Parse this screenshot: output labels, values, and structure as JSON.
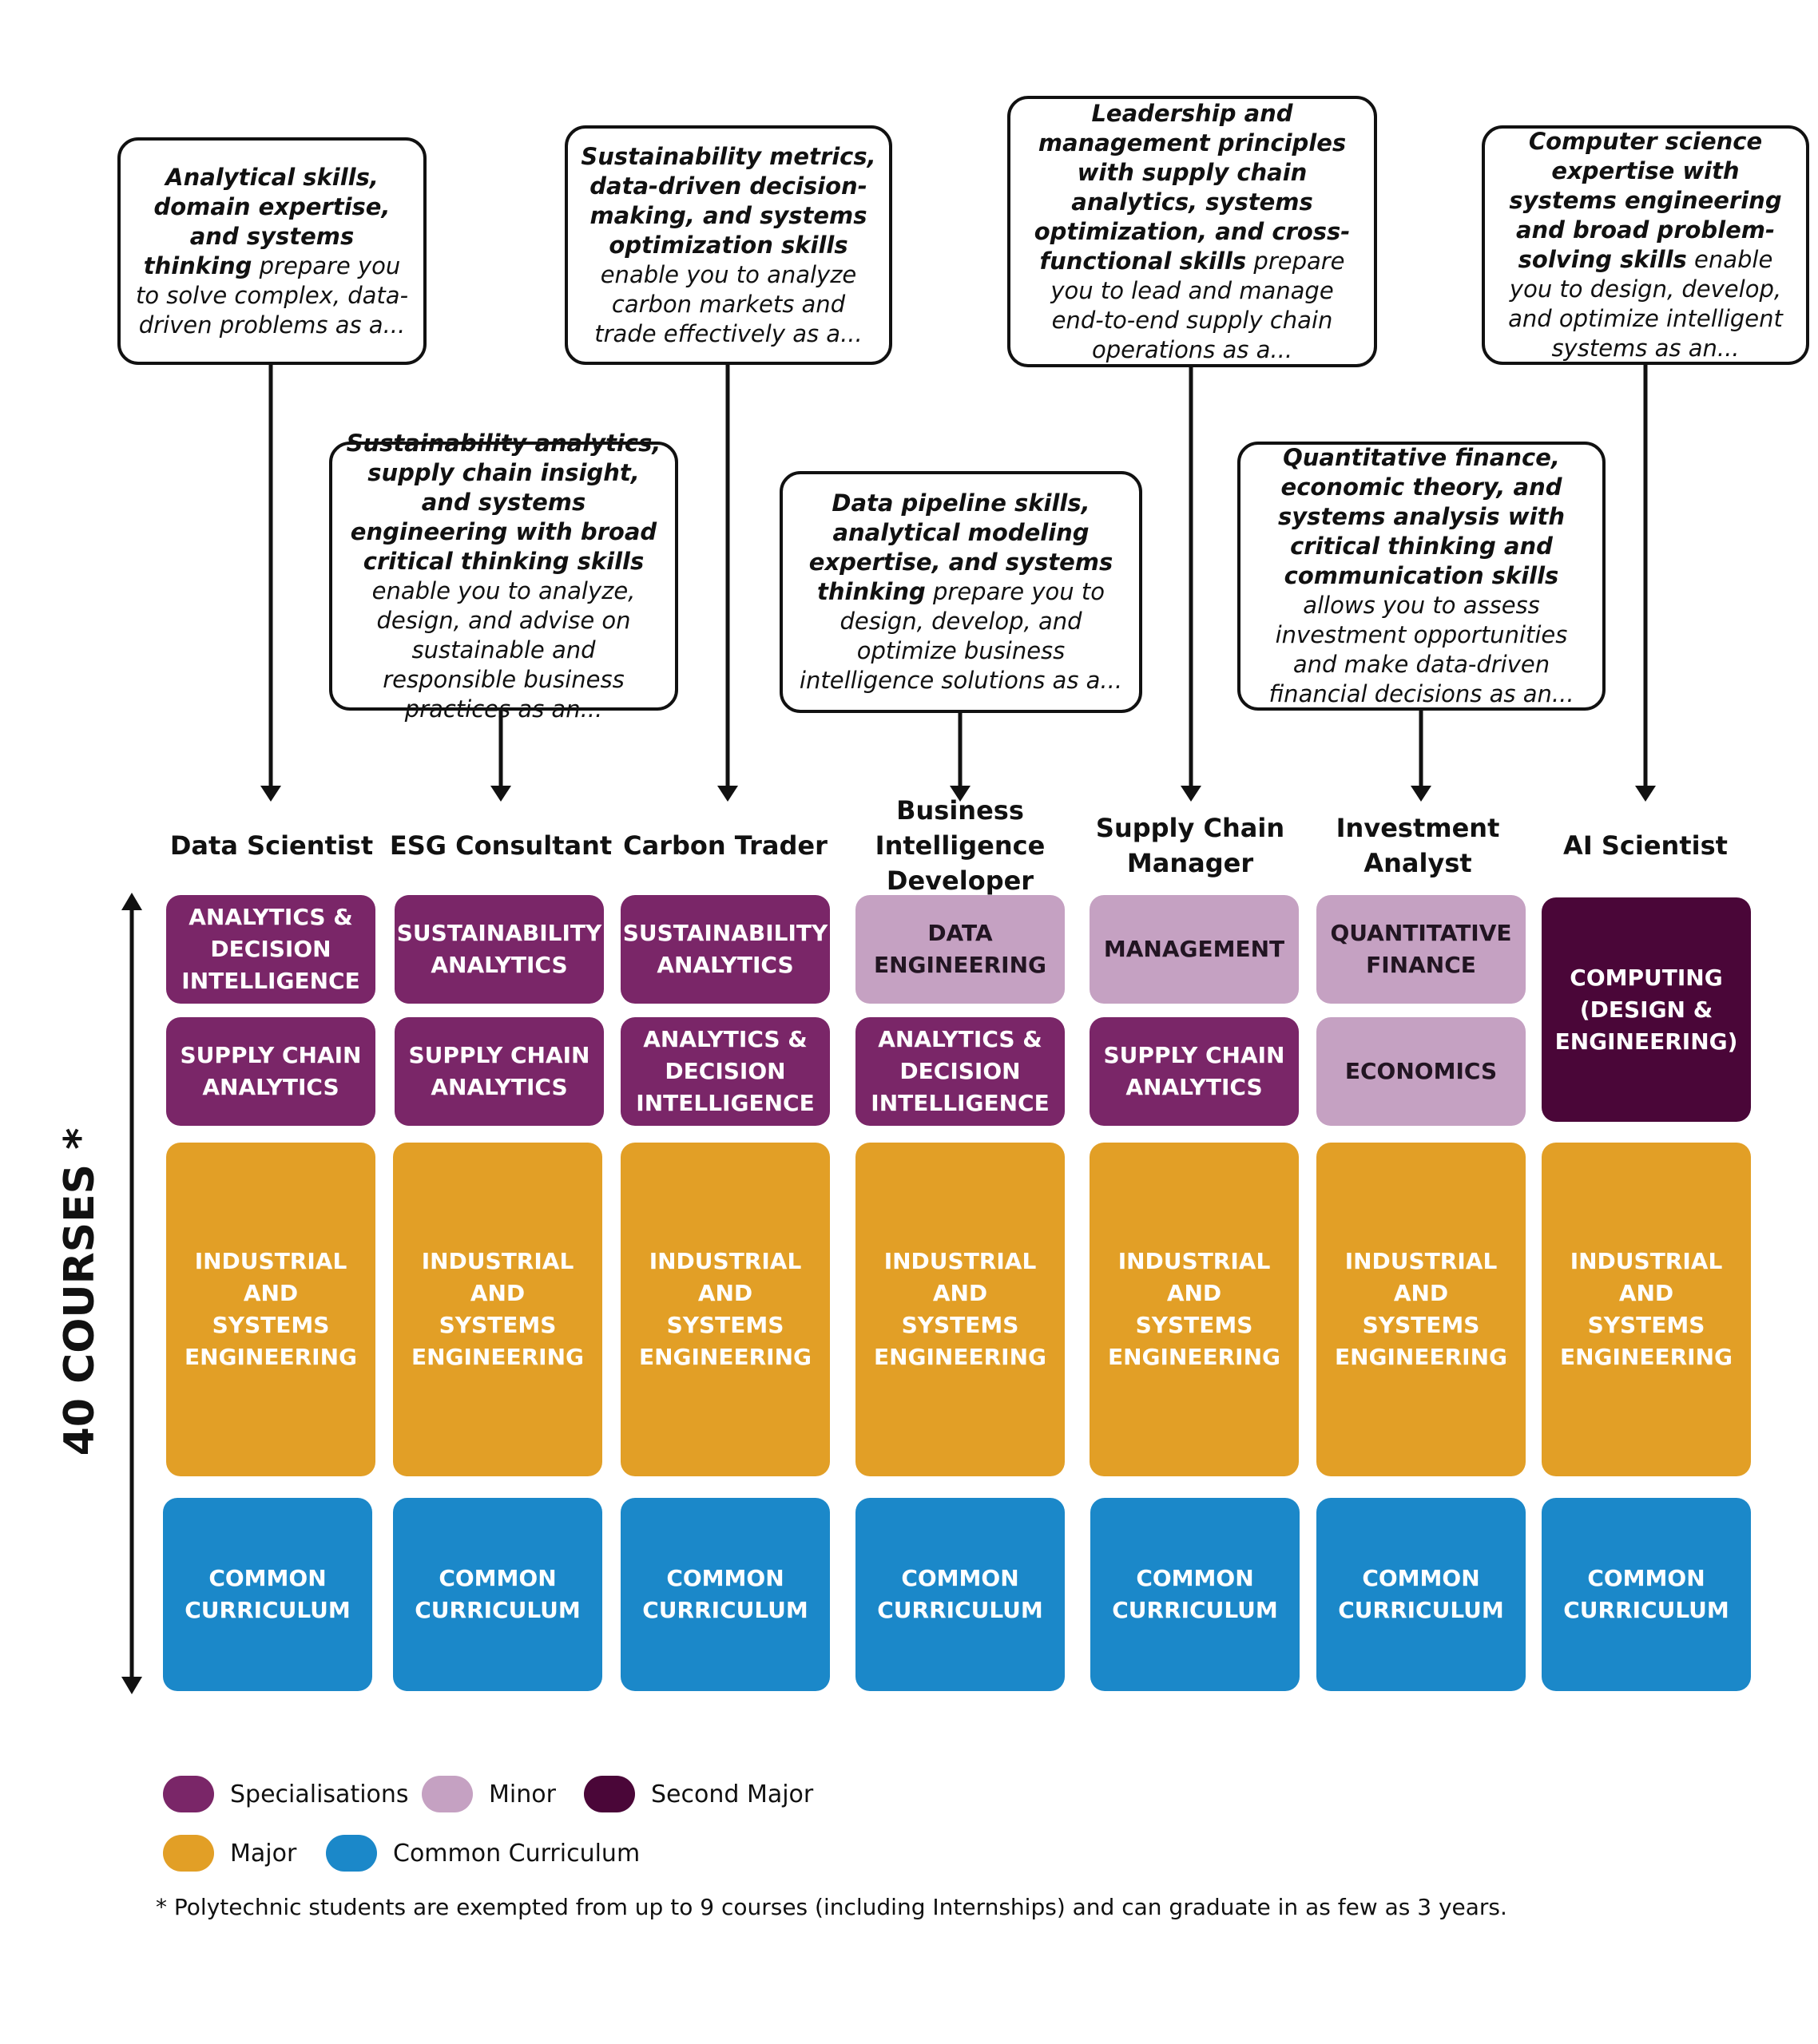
{
  "callouts": {
    "data_scientist": {
      "bold": "Analytical skills, domain expertise, and systems thinking",
      "rest": " prepare you to solve complex, data-driven problems as a..."
    },
    "esg_consultant": {
      "bold": "Sustainability analytics, supply chain insight, and systems engineering with broad critical thinking skills",
      "rest": " enable you to analyze, design, and advise on sustainable and responsible business practices as an..."
    },
    "carbon_trader": {
      "bold": "Sustainability metrics, data-driven decision-making, and systems optimization skills",
      "rest": " enable you to analyze carbon markets and trade effectively as a..."
    },
    "bi_developer": {
      "bold": "Data pipeline skills, analytical modeling expertise, and systems thinking",
      "rest": " prepare you to design, develop, and optimize business intelligence solutions as a..."
    },
    "supply_chain_manager": {
      "bold": "Leadership and management principles with supply chain analytics, systems optimization, and cross-functional skills",
      "rest": " prepare you to lead and manage end-to-end supply chain operations as a..."
    },
    "investment_analyst": {
      "bold": "Quantitative finance, economic theory, and systems analysis with critical thinking and communication skills",
      "rest": " allows you to assess investment opportunities and make data-driven financial decisions as an..."
    },
    "ai_scientist": {
      "bold": "Computer science expertise with systems engineering and broad problem-solving skills",
      "rest": " enable you to design, develop, and optimize intelligent systems as an..."
    }
  },
  "careers": {
    "data_scientist": "Data Scientist",
    "esg_consultant": "ESG Consultant",
    "carbon_trader": "Carbon Trader",
    "bi_developer": "Business Intelligence Developer",
    "supply_chain_manager": "Supply Chain Manager",
    "investment_analyst": "Investment Analyst",
    "ai_scientist": "AI Scientist"
  },
  "blocks": {
    "data_scientist": {
      "top": "ANALYTICS &\nDECISION\nINTELLIGENCE",
      "second": "SUPPLY CHAIN\nANALYTICS"
    },
    "esg_consultant": {
      "top": "SUSTAINABILITY\nANALYTICS",
      "second": "SUPPLY CHAIN\nANALYTICS"
    },
    "carbon_trader": {
      "top": "SUSTAINABILITY\nANALYTICS",
      "second": "ANALYTICS &\nDECISION\nINTELLIGENCE"
    },
    "bi_developer": {
      "top": "DATA\nENGINEERING",
      "second": "ANALYTICS &\nDECISION\nINTELLIGENCE"
    },
    "supply_chain_manager": {
      "top": "MANAGEMENT",
      "second": "SUPPLY CHAIN\nANALYTICS"
    },
    "investment_analyst": {
      "top": "QUANTITATIVE\nFINANCE",
      "second": "ECONOMICS"
    },
    "ai_scientist": {
      "top": "COMPUTING\n(DESIGN &\nENGINEERING)"
    },
    "major": "INDUSTRIAL AND\nSYSTEMS\nENGINEERING",
    "common": "COMMON\nCURRICULUM"
  },
  "axis_label": "40 COURSES *",
  "legend": {
    "specialisations": "Specialisations",
    "minor": "Minor",
    "second_major": "Second Major",
    "major": "Major",
    "common_curriculum": "Common Curriculum"
  },
  "colors": {
    "specialisations": "#7a2668",
    "minor": "#c5a1c2",
    "second_major": "#4a0638",
    "major": "#e29f26",
    "common_curriculum": "#1b88c9"
  },
  "footnote": "* Polytechnic students are exempted from up to 9 courses (including Internships) and can graduate in as few as 3 years."
}
